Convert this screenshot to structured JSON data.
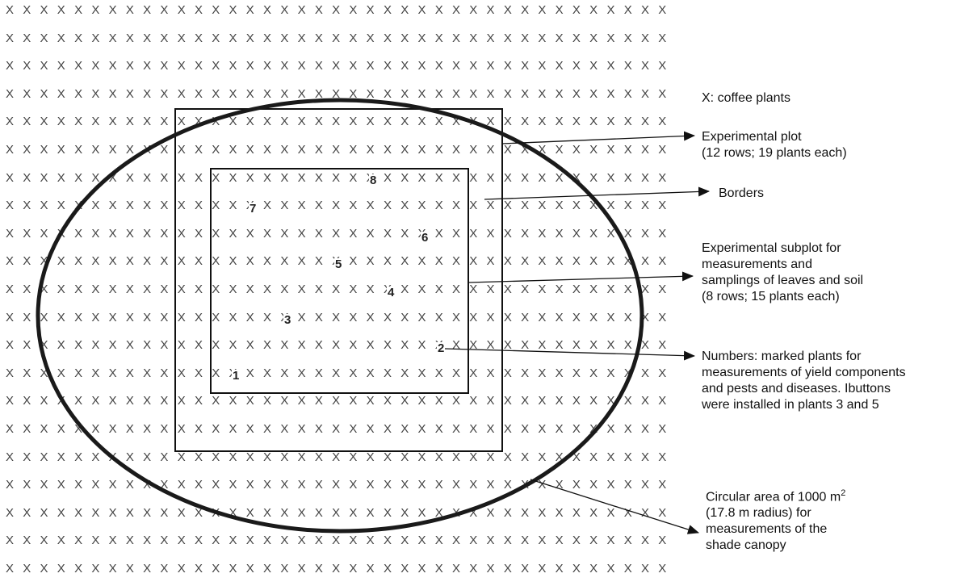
{
  "grid_symbol": "X",
  "legend": {
    "coffee_plants": "X: coffee plants"
  },
  "labels": {
    "experimental_plot": [
      "Experimental plot",
      "(12 rows; 19 plants each)"
    ],
    "borders": "Borders",
    "subplot": [
      "Experimental subplot for",
      "measurements and",
      "samplings of leaves and soil",
      "(8 rows; 15 plants each)"
    ],
    "numbers": [
      "Numbers: marked plants for",
      "measurements of yield components",
      "and pests and diseases. Ibuttons",
      "were installed in plants 3 and 5"
    ],
    "circular": {
      "line1_main": "Circular area of 1000 m",
      "line1_sup": "2",
      "lines": [
        "(17.8 m radius) for",
        "measurements of the",
        "shade canopy"
      ]
    }
  },
  "marked_plants": [
    "1",
    "2",
    "3",
    "4",
    "5",
    "6",
    "7",
    "8"
  ],
  "colors": {
    "line": "#111111",
    "ellipse": "#1a1a1a",
    "grid": "#444444"
  }
}
